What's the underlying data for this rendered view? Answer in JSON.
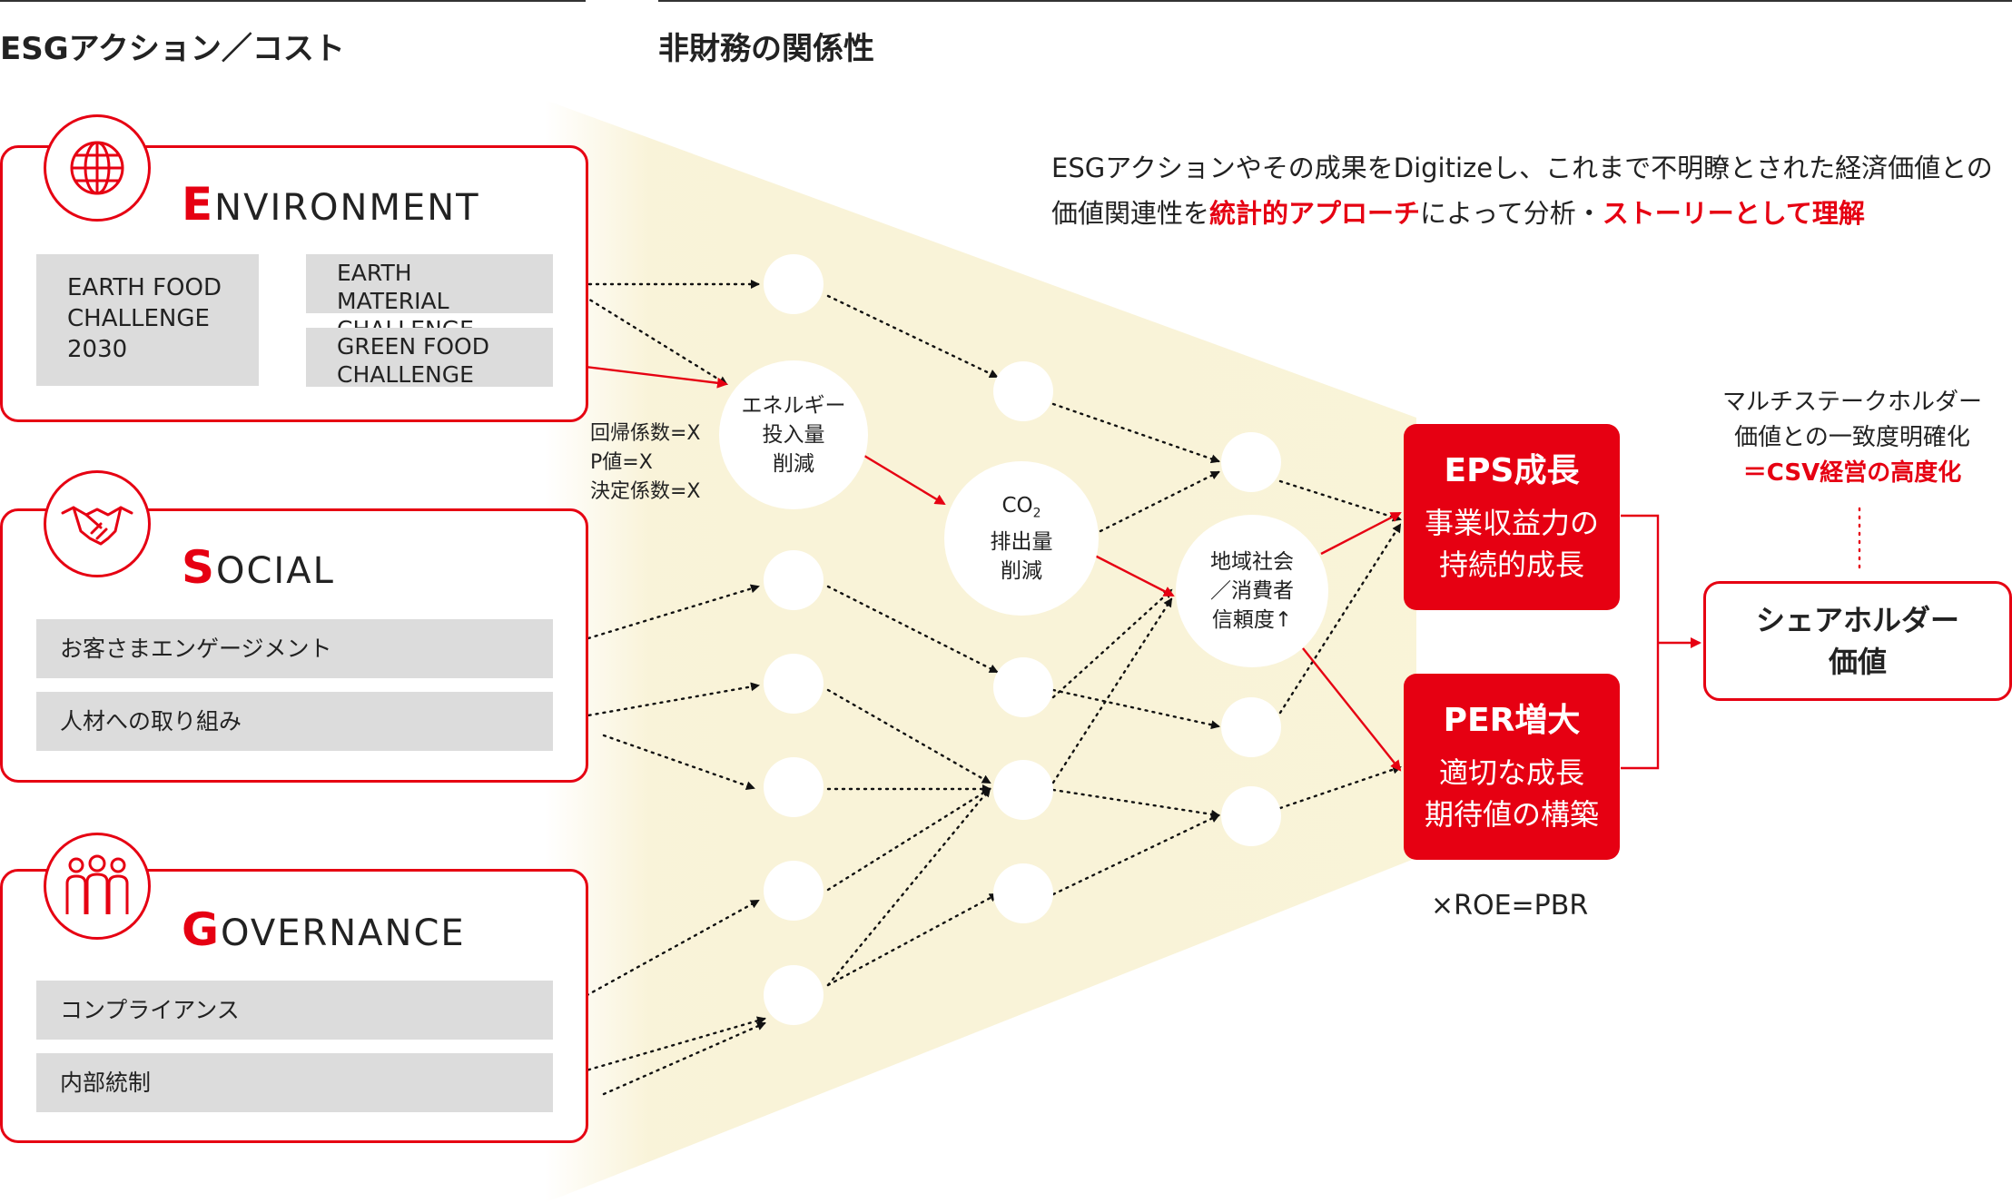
{
  "headers": {
    "esg_cost": "ESGアクション／コスト",
    "nonfinancial": "非財務の関係性"
  },
  "description": {
    "line1": "ESGアクションやその成果をDigitizeし、これまで不明瞭とされた経済価値との",
    "line2_pre": "価値関連性を",
    "line2_hl1": "統計的アプローチ",
    "line2_mid": "によって分析・",
    "line2_hl2": "ストーリーとして理解"
  },
  "categories": {
    "environment": {
      "icon": "globe-icon",
      "initial": "E",
      "rest": "NVIRONMENT",
      "program": "EARTH FOOD\nCHALLENGE\n2030",
      "sub1": "EARTH MATERIAL\nCHALLENGE",
      "sub2": "GREEN FOOD\nCHALLENGE"
    },
    "social": {
      "icon": "handshake-icon",
      "initial": "S",
      "rest": "OCIAL",
      "item1": "お客さまエンゲージメント",
      "item2": "人材への取り組み"
    },
    "governance": {
      "icon": "people-group-icon",
      "initial": "G",
      "rest": "OVERNANCE",
      "item1": "コンプライアンス",
      "item2": "内部統制"
    }
  },
  "stats": "回帰係数=X\nP値=X\n決定係数=X",
  "nodes": {
    "energy": "エネルギー\n投入量\n削減",
    "co2_a": "CO",
    "co2_sub": "2",
    "co2_b": "\n排出量\n削減",
    "trust": "地域社会\n／消費者\n信頼度↑"
  },
  "outcomes": {
    "eps": {
      "title": "EPS成長",
      "sub": "事業収益力の\n持続的成長"
    },
    "per": {
      "title": "PER増大",
      "sub": "適切な成長\n期待値の構築"
    },
    "formula": "×ROE=PBR"
  },
  "shareholder": "シェアホルダー\n価値",
  "multi": {
    "line1": "マルチステークホルダー",
    "line2": "価値との一致度明確化",
    "line3": "＝CSV経営の高度化"
  },
  "colors": {
    "accent": "#e60012",
    "gray": "#dcdcdc",
    "cone": "#f9f3d6"
  }
}
